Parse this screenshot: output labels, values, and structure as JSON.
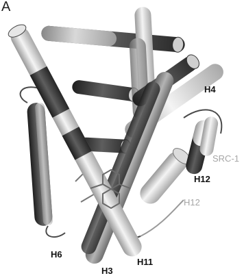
{
  "figure": {
    "panel_letter": "A",
    "labels": {
      "h4": "H4",
      "src1": "SRC-1",
      "h12_dark": "H12",
      "h12_light": "H12",
      "h6": "H6",
      "h3": "H3",
      "h11": "H11"
    }
  },
  "colors": {
    "dark_helix": "#3a3a3a",
    "light_helix": "#c8c8c8",
    "background": "#ffffff"
  }
}
